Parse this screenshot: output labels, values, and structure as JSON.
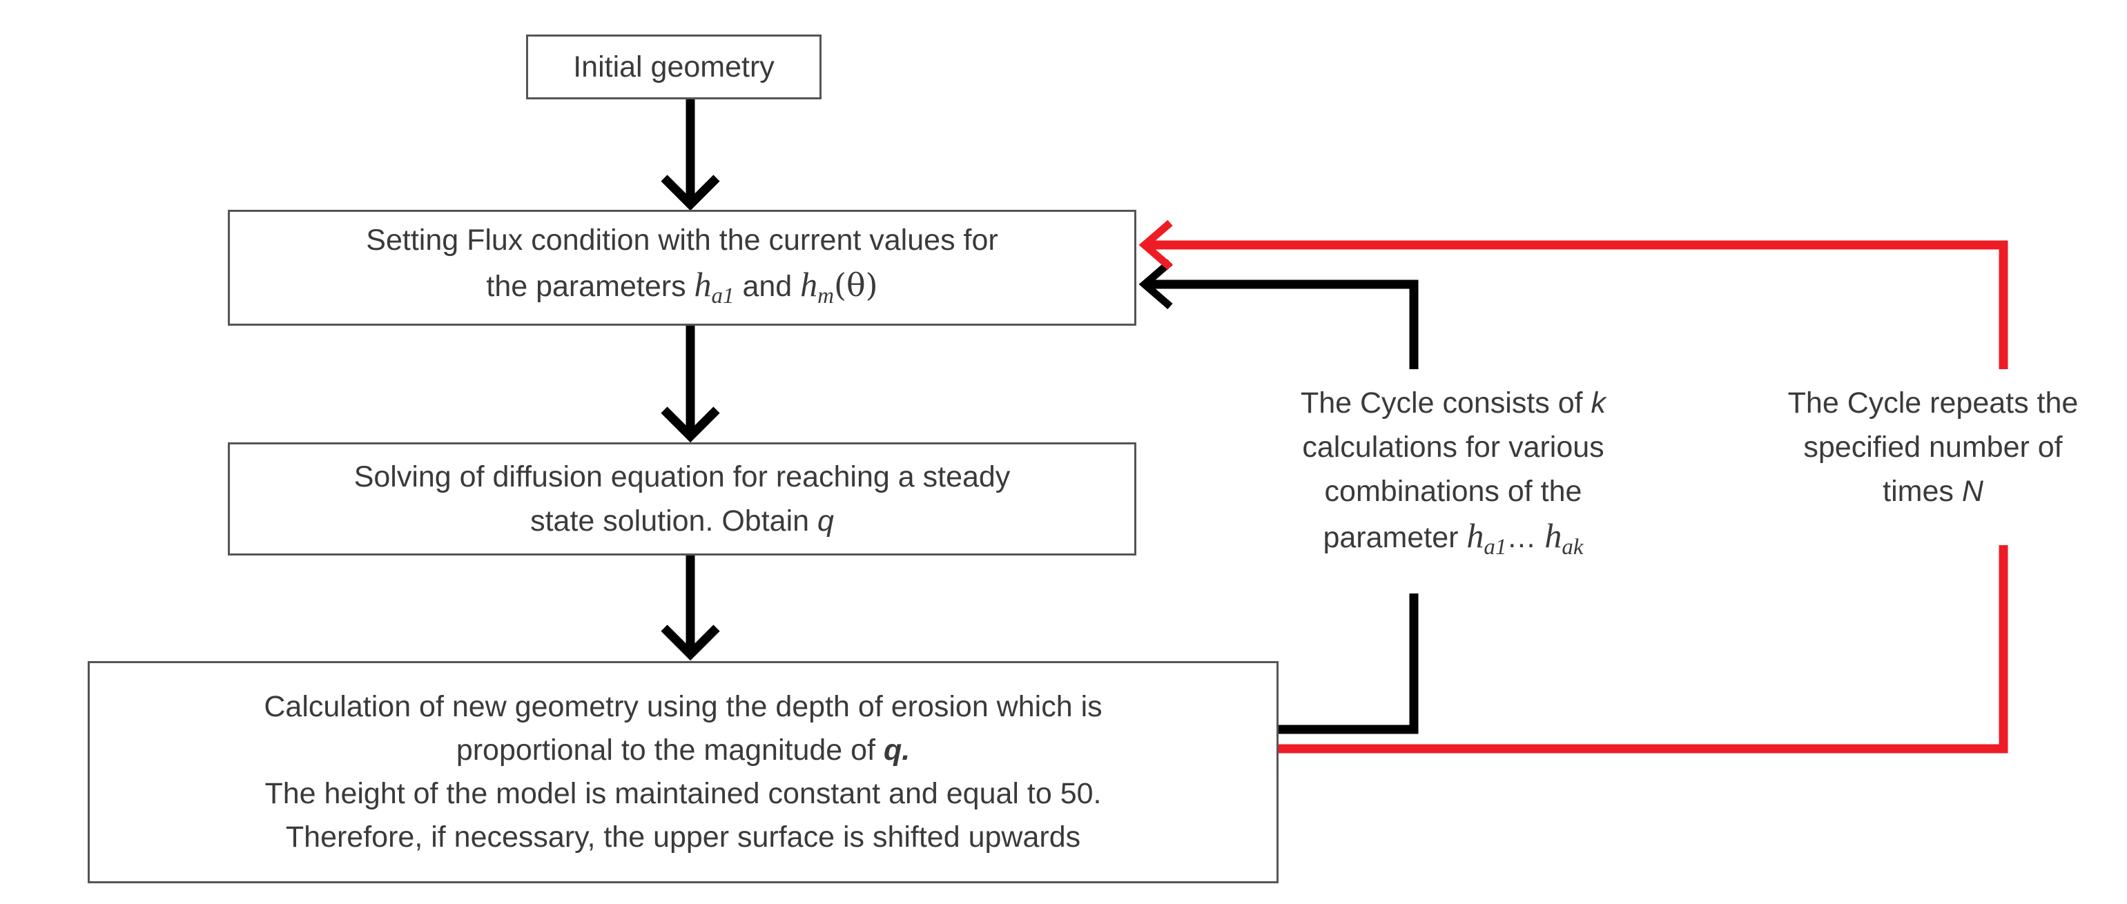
{
  "nodes": {
    "initial": {
      "text": "Initial geometry"
    },
    "flux": {
      "line1": "Setting Flux condition with the current values for",
      "line2_pre": "the parameters ",
      "h": "h",
      "sub_a1": "a1",
      "and": " and ",
      "sub_m": "m",
      "theta": "(θ)"
    },
    "solve": {
      "line1": "Solving of diffusion equation  for reaching a steady",
      "line2_pre": "state solution. Obtain ",
      "q": "q"
    },
    "geometry": {
      "line1": "Calculation of new geometry using the depth of erosion which is",
      "line2_pre": "proportional to the magnitude of ",
      "q": "q.",
      "line3": "The height of the model is maintained constant and equal to 50.",
      "line4": "Therefore, if necessary, the upper surface is shifted upwards"
    }
  },
  "annotations": {
    "cycle": {
      "line1_pre": "The Cycle consists of ",
      "k": "k",
      "line2": "calculations for various",
      "line3": "combinations of the",
      "line4_pre": "parameter ",
      "h": "h",
      "sub_a1": "a1",
      "ellipsis": "… ",
      "sub_ak": "ak"
    },
    "repeat": {
      "line1": "The Cycle repeats the",
      "line2": "specified number of",
      "line3_pre": "times ",
      "N": "N"
    }
  },
  "colors": {
    "inner_loop": "#000000",
    "outer_loop": "#ee1c25",
    "box_border": "#555555",
    "text": "#3a3a3a"
  }
}
